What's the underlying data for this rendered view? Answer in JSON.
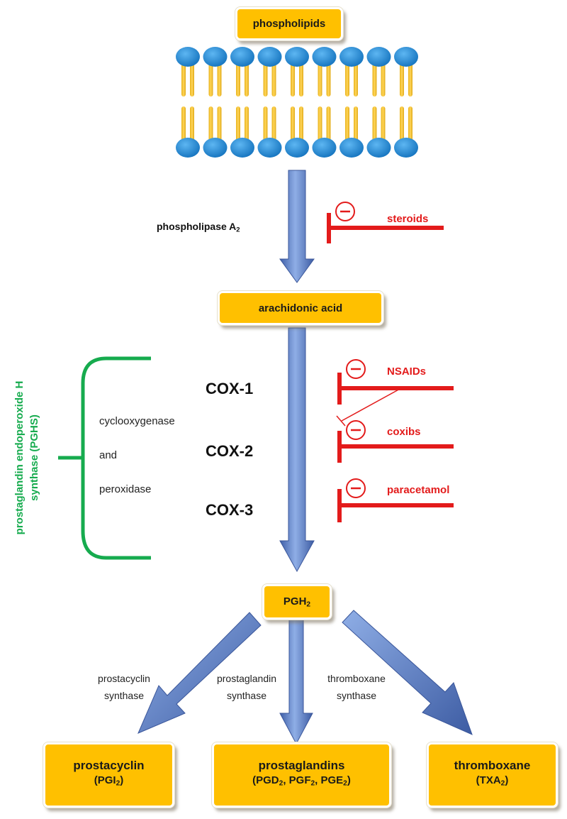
{
  "nodes": {
    "phospholipids": "phospholipids",
    "arachidonic_acid": "arachidonic acid",
    "pgh2": {
      "base": "PGH",
      "sub": "2"
    },
    "prostacyclin": {
      "name": "prostacyclin",
      "abbr": "(PGI",
      "abbr_sub": "2",
      "abbr_end": ")"
    },
    "prostaglandins": {
      "name": "prostaglandins",
      "p1": "(PGD",
      "s1": "2",
      "p2": ", PGF",
      "s2": "2",
      "p3": ", PGE",
      "s3": "2",
      "p4": ")"
    },
    "thromboxane": {
      "name": "thromboxane",
      "abbr": "(TXA",
      "abbr_sub": "2",
      "abbr_end": ")"
    }
  },
  "enzymes": {
    "phospholipase": {
      "base": "phospholipase A",
      "sub": "2"
    },
    "cox1": "COX-1",
    "cox2": "COX-2",
    "cox3": "COX-3",
    "activity_1": "cyclooxygenase",
    "activity_2": "and",
    "activity_3": "peroxidase",
    "pghs_line1": "prostaglandin endoperoxide H",
    "pghs_line2": "synthase (PGHS)",
    "prostacyclin_synthase": [
      "prostacyclin",
      "synthase"
    ],
    "prostaglandin_synthase": [
      "prostaglandin",
      "synthase"
    ],
    "thromboxane_synthase": [
      "thromboxane",
      "synthase"
    ]
  },
  "inhibitors": {
    "steroids": "steroids",
    "nsaids": "NSAIDs",
    "coxibs": "coxibs",
    "paracetamol": "paracetamol",
    "minus_symbol": "−"
  },
  "colors": {
    "box_fill": "#FFC000",
    "arrow_blue": "#5B7DC8",
    "inhibitor_red": "#E31B1B",
    "pghs_green": "#16AB4E",
    "lipid_head": "#1E88D6",
    "lipid_tail": "#F6C42C"
  },
  "membrane": {
    "columns": 9,
    "layers": 2
  }
}
